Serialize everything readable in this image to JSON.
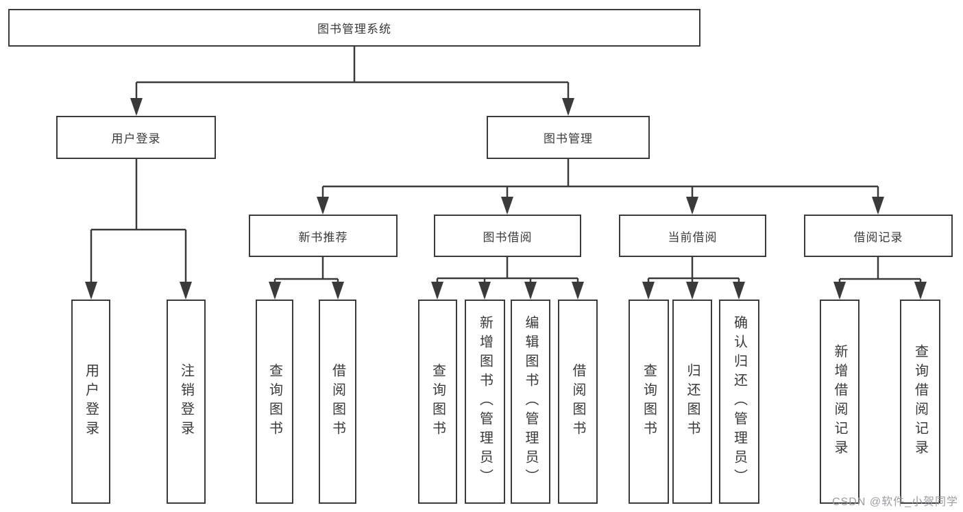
{
  "tree": {
    "label": "图书管理系统",
    "children": [
      {
        "label": "用户登录",
        "children": [
          {
            "label": "用户登录"
          },
          {
            "label": "注销登录"
          }
        ]
      },
      {
        "label": "图书管理",
        "children": [
          {
            "label": "新书推荐",
            "children": [
              {
                "label": "查询图书"
              },
              {
                "label": "借阅图书"
              }
            ]
          },
          {
            "label": "图书借阅",
            "children": [
              {
                "label": "查询图书"
              },
              {
                "label": "新增图书（管理员）"
              },
              {
                "label": "编辑图书（管理员）"
              },
              {
                "label": "借阅图书"
              }
            ]
          },
          {
            "label": "当前借阅",
            "children": [
              {
                "label": "查询图书"
              },
              {
                "label": "归还图书"
              },
              {
                "label": "确认归还（管理员）"
              }
            ]
          },
          {
            "label": "借阅记录",
            "children": [
              {
                "label": "新增借阅记录"
              },
              {
                "label": "查询借阅记录"
              }
            ]
          }
        ]
      }
    ]
  },
  "watermark": {
    "text": "CSDN @软件_小贺同学",
    "color": "#97979c"
  },
  "style": {
    "line_color": "#3a3a3a",
    "text_color": "#3a3a3a",
    "box_background": "#ffffff",
    "page_background": "#ffffff"
  }
}
